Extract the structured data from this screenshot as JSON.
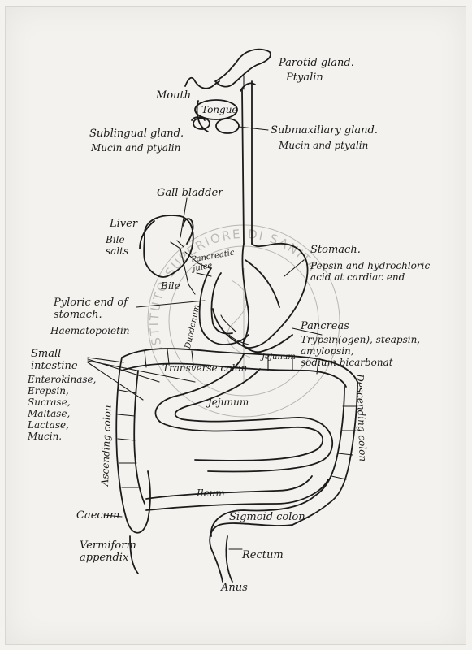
{
  "labels": {
    "parotid": "Parotid gland.",
    "ptyalin": "Ptyalin",
    "mouth": "Mouth",
    "tongue": "Tongue",
    "sublingual": "Sublingual gland.",
    "sublingual_sub": "Mucin and ptyalin",
    "submaxillary": "Submaxillary gland.",
    "submaxillary_sub": "Mucin and ptyalin",
    "gall_bladder": "Gall bladder",
    "liver": "Liver",
    "bile_salts": "Bile\nsalts",
    "pancreatic_juice": "Pancreatic\njuice",
    "bile": "Bile",
    "stomach": "Stomach.",
    "stomach_sub": "Pepsin and hydrochloric\nacid at cardiac end",
    "pyloric": "Pyloric end of\nstomach.",
    "haematopoietin": "Haematopoietin",
    "duodenum": "Duodenum",
    "pancreas": "Pancreas",
    "pancreas_sub": "Trypsin(ogen), steapsin,\namylopsin,\nsodium bicarbonat",
    "small_intestine": "Small\nintestine",
    "small_intestine_sub": "Enterokinase,\nErepsin,\nSucrase,\nMaltase,\nLactase,\nMucin.",
    "jejunum_upper": "Jejunum",
    "transverse_colon": "Transverse colon",
    "jejunum_lower": "Jejunum",
    "ascending_colon": "Ascending colon",
    "descending_colon": "Descending colon",
    "ileum": "Ileum",
    "caecum": "Caecum",
    "sigmoid_colon": "Sigmoid colon",
    "vermiform": "Vermiform\nappendix",
    "rectum": "Rectum",
    "anus": "Anus"
  },
  "watermark": {
    "text": "ISTITUTO SUPERIORE DI SANITA"
  }
}
